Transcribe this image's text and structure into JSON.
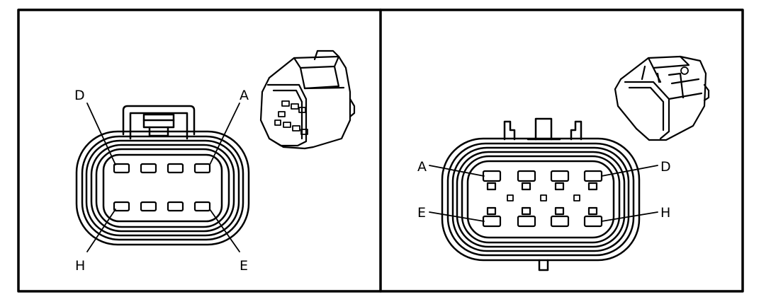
{
  "left_panel": {
    "labels": {
      "top_left": "D",
      "top_right": "A",
      "bottom_left": "H",
      "bottom_right": "E"
    }
  },
  "right_panel": {
    "labels": {
      "top_left": "A",
      "top_right": "D",
      "bottom_left": "E",
      "bottom_right": "H"
    }
  }
}
